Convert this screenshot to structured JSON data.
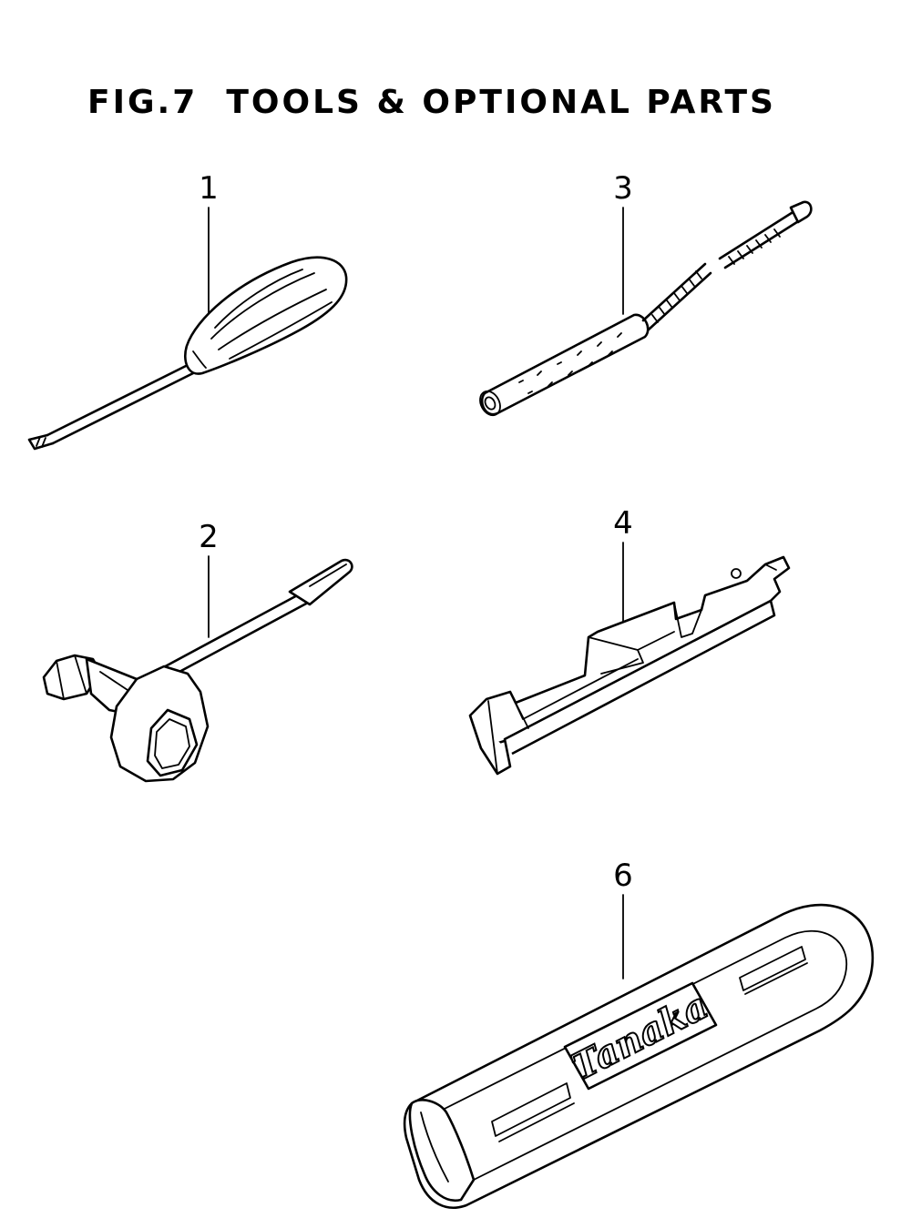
{
  "figure": {
    "title": "FIG.7  TOOLS & OPTIONAL PARTS"
  },
  "callouts": [
    {
      "id": "screwdriver",
      "label": "1"
    },
    {
      "id": "plug-wrench",
      "label": "2"
    },
    {
      "id": "file",
      "label": "3"
    },
    {
      "id": "file-holder",
      "label": "4"
    },
    {
      "id": "guide-bar-cover",
      "label": "6"
    }
  ],
  "guide_bar_cover": {
    "brand_logo": "Tanaka"
  },
  "colors": {
    "line": "#000000",
    "background": "#ffffff"
  }
}
